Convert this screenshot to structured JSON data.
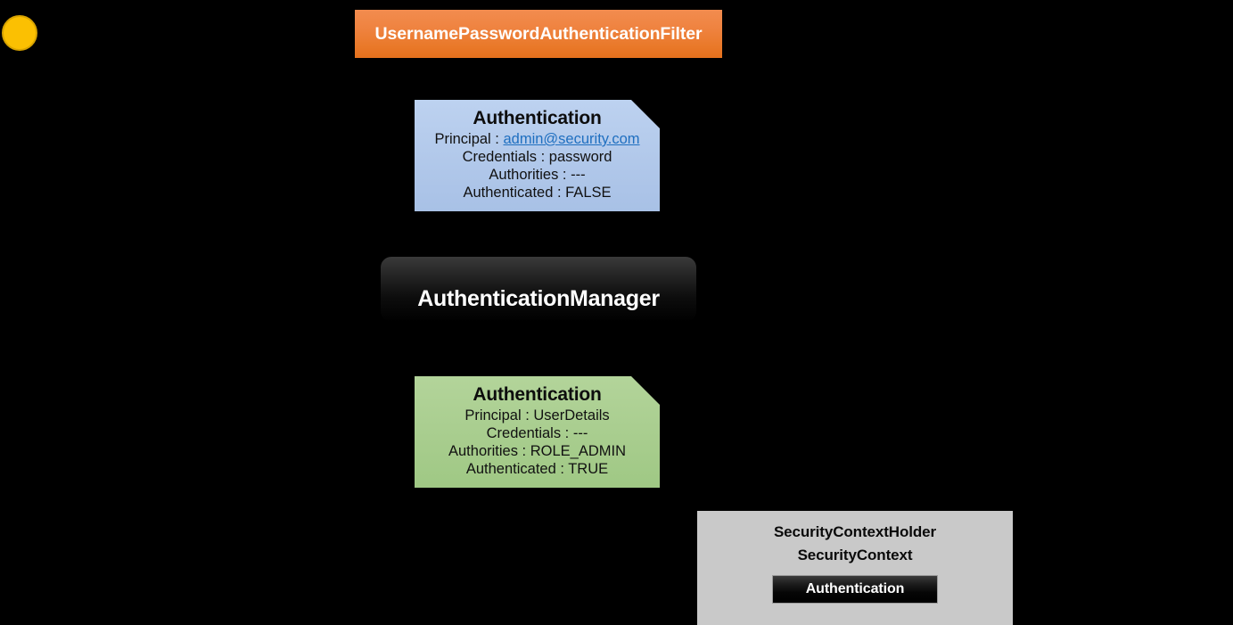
{
  "diagram": {
    "background_color": "#000000",
    "actor": {
      "name": "actor-dot",
      "color": "#fbc002"
    },
    "filter": {
      "label": "UsernamePasswordAuthenticationFilter",
      "color": "#ed7d31",
      "text_color": "#ffffff"
    },
    "auth_request": {
      "title": "Authentication",
      "color": "#b1c8ea",
      "rows": [
        {
          "label": "Principal :",
          "value": "admin@security.com",
          "is_link": true
        },
        {
          "label": "Credentials :",
          "value": "password",
          "is_link": false
        },
        {
          "label": "Authorities :",
          "value": "---",
          "is_link": false
        },
        {
          "label": "Authenticated :",
          "value": "FALSE",
          "is_link": false
        }
      ]
    },
    "manager": {
      "label": "AuthenticationManager",
      "color": "#1a1a1a",
      "text_color": "#ffffff"
    },
    "auth_result": {
      "title": "Authentication",
      "color": "#a8cd8e",
      "rows": [
        {
          "label": "Principal :",
          "value": "UserDetails",
          "is_link": false
        },
        {
          "label": "Credentials :",
          "value": "---",
          "is_link": false
        },
        {
          "label": "Authorities :",
          "value": "ROLE_ADMIN",
          "is_link": false
        },
        {
          "label": "Authenticated :",
          "value": "TRUE",
          "is_link": false
        }
      ]
    },
    "holder": {
      "title": "SecurityContextHolder",
      "subtitle": "SecurityContext",
      "chip_label": "Authentication",
      "color": "#c9c9c9"
    }
  }
}
